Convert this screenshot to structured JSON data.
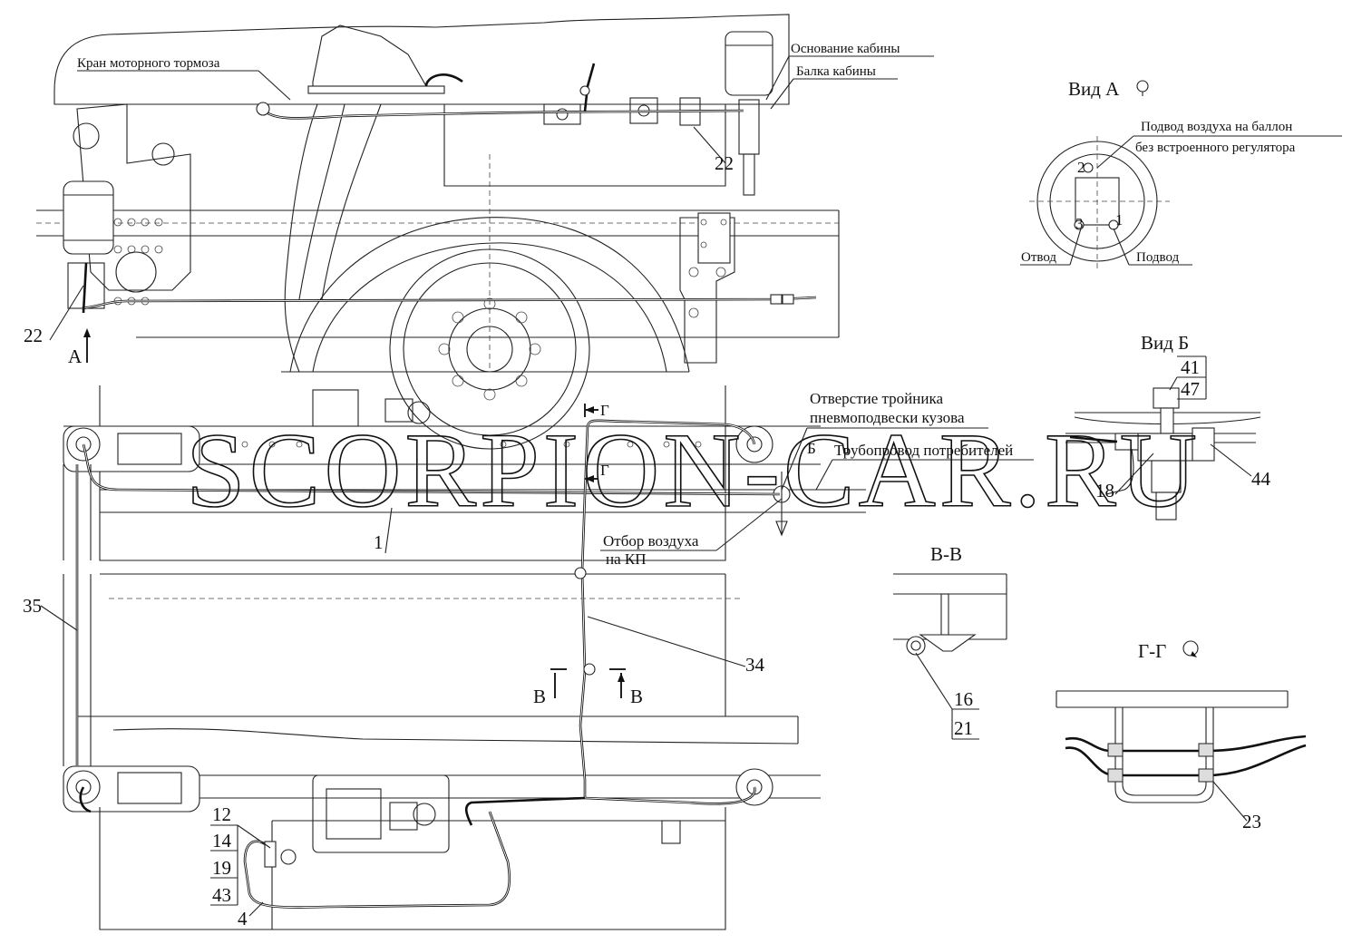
{
  "watermark": "SCORPION-CAR.RU",
  "labels": {
    "engine_brake_valve": "Кран моторного тормоза",
    "cab_base": "Основание кабины",
    "cab_beam": "Балка кабины",
    "view_a": "Вид А",
    "air_supply_to_balloon_1": "Подвод воздуха на баллон",
    "air_supply_to_balloon_2": "без встроенного регулятора",
    "outlet": "Отвод",
    "inlet": "Подвод",
    "view_b": "Вид Б",
    "tee_hole_1": "Отверстие тройника",
    "tee_hole_2": "пневмоподвески кузова",
    "consumer_pipeline": "Трубопровод потребителей",
    "air_tap_kp_1": "Отбор воздуха",
    "air_tap_kp_2": "на КП",
    "section_vv": "В-В",
    "section_gg": "Г-Г",
    "mark_a": "А",
    "mark_b_cyr": "Б",
    "mark_v": "В",
    "mark_g": "Г"
  },
  "view_a_ports": [
    "2",
    "3",
    "1"
  ],
  "parts": {
    "p1": "1",
    "p4": "4",
    "p12": "12",
    "p14": "14",
    "p16": "16",
    "p18": "18",
    "p19": "19",
    "p21": "21",
    "p22": "22",
    "p23": "23",
    "p34": "34",
    "p35": "35",
    "p41": "41",
    "p43": "43",
    "p44": "44",
    "p47": "47"
  }
}
